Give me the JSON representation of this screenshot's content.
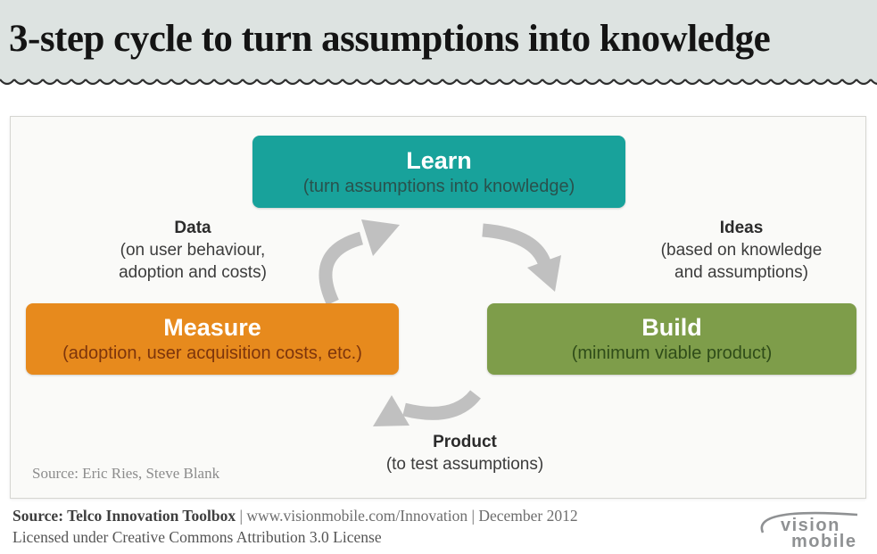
{
  "header": {
    "title": "3-step cycle to turn assumptions into knowledge"
  },
  "diagram": {
    "nodes": {
      "learn": {
        "title": "Learn",
        "subtitle": "(turn assumptions into knowledge)"
      },
      "build": {
        "title": "Build",
        "subtitle": "(minimum viable product)"
      },
      "measure": {
        "title": "Measure",
        "subtitle": "(adoption, user acquisition costs, etc.)"
      }
    },
    "labels": {
      "data": {
        "title": "Data",
        "lines": [
          "(on user behaviour,",
          "adoption and costs)"
        ]
      },
      "ideas": {
        "title": "Ideas",
        "lines": [
          "(based on knowledge",
          "and assumptions)"
        ]
      },
      "product": {
        "title": "Product",
        "lines": [
          "(to test assumptions)"
        ]
      }
    },
    "source_note": "Source: Eric Ries, Steve Blank",
    "arrow_names": [
      "measure-to-learn",
      "learn-to-build",
      "build-to-measure"
    ]
  },
  "footer": {
    "source_bold": "Source:  Telco Innovation Toolbox",
    "source_rest": " | www.visionmobile.com/Innovation | December 2012",
    "license": "Licensed under Creative Commons Attribution 3.0 License",
    "logo": {
      "line1": "vision",
      "line2": "mobile"
    }
  },
  "colors": {
    "header_bg": "#dde3e1",
    "learn": "#18a29b",
    "measure": "#e78a1d",
    "build": "#7e9d4a",
    "arrow": "#c0c0c0",
    "panel_bg": "#fafaf8",
    "wave_line": "#2e2e2e"
  }
}
